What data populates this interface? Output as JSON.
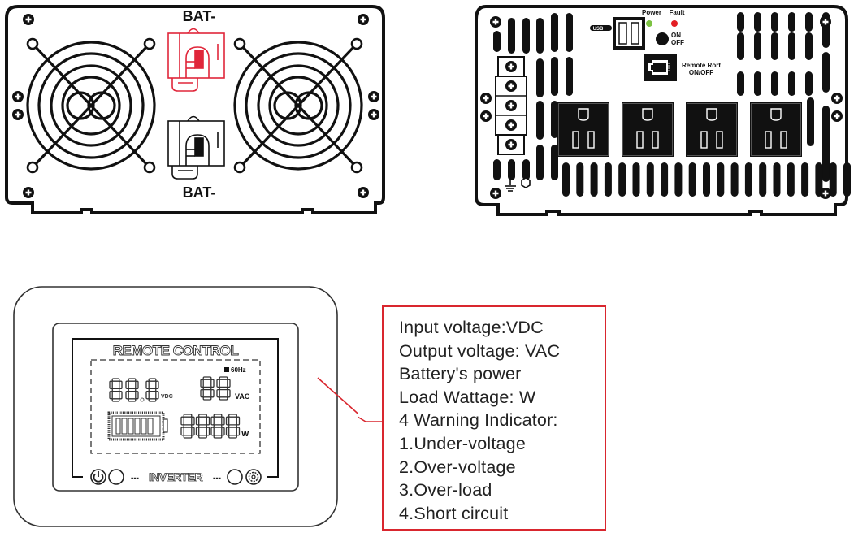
{
  "front_panel": {
    "terminal_top_label": "BAT-",
    "terminal_bottom_label": "BAT-",
    "terminal_top_color": "#e0263a",
    "terminal_bottom_color": "#111111",
    "fans": 2
  },
  "rear_panel": {
    "usb_label": "USB",
    "power_led_label": "Power",
    "fault_led_label": "Fault",
    "power_led_color": "#7cc242",
    "fault_led_color": "#e31e24",
    "switch_label_on": "ON",
    "switch_label_off": "OFF",
    "remote_port_label_1": "Remote Rort",
    "remote_port_label_2": "ON/OFF",
    "outlet_count": 4,
    "terminal_block_count": 5
  },
  "remote_control": {
    "title": "REMOTE CONTROL",
    "freq_label": "60Hz",
    "input_digits": "88.8",
    "input_unit": "VDC",
    "output_digits": "88",
    "output_unit": "VAC",
    "watt_digits": "8888",
    "watt_unit": "W",
    "footer_label": "INVERTER",
    "footer_dashes": "---"
  },
  "callout": {
    "border_color": "#d9262e",
    "lines": [
      "Input voltage:VDC",
      "Output voltage: VAC",
      "Battery's power",
      "Load Wattage: W",
      "4 Warning Indicator:",
      "1.Under-voltage",
      "2.Over-voltage",
      "3.Over-load",
      "4.Short circuit"
    ]
  }
}
